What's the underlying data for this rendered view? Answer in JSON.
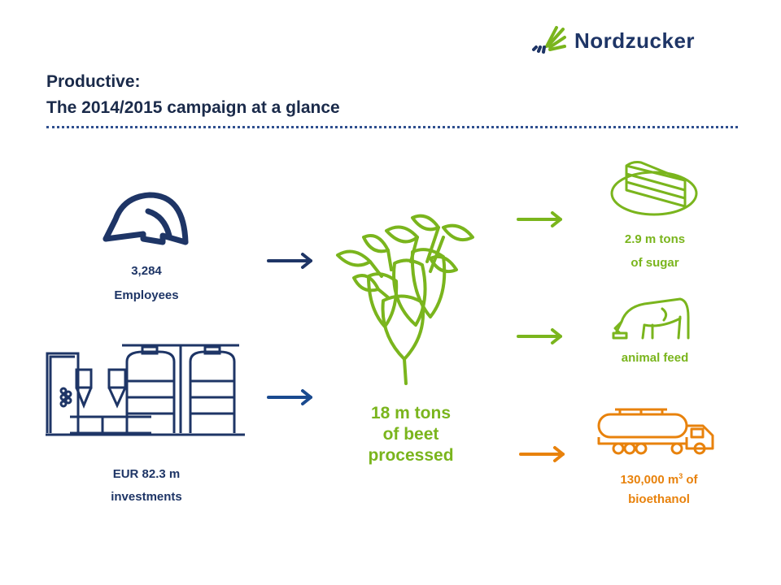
{
  "brand": {
    "name": "Nordzucker"
  },
  "title": {
    "line1": "Productive:",
    "line2": "The 2014/2015 campaign at a glance"
  },
  "inputs": {
    "employees_value": "3,284",
    "employees_label": "Employees",
    "investments_value": "EUR 82.3 m",
    "investments_label": "investments"
  },
  "center": {
    "line1": "18 m tons",
    "line2": "of beet",
    "line3": "processed"
  },
  "outputs": {
    "sugar_line1": "2.9 m tons",
    "sugar_line2": "of sugar",
    "feed_label": "animal feed",
    "ethanol_value": "130,000 m",
    "ethanol_sup": "3",
    "ethanol_of": " of",
    "ethanol_label": "bioethanol"
  },
  "colors": {
    "navy": "#1e3566",
    "green": "#7ab51d",
    "orange": "#e8820c",
    "blue_arrow": "#1a4a8f"
  },
  "icons": [
    "nordzucker-logo",
    "hard-hat-icon",
    "factory-icon",
    "sugar-beet-icon",
    "cake-icon",
    "cow-icon",
    "tanker-truck-icon"
  ]
}
